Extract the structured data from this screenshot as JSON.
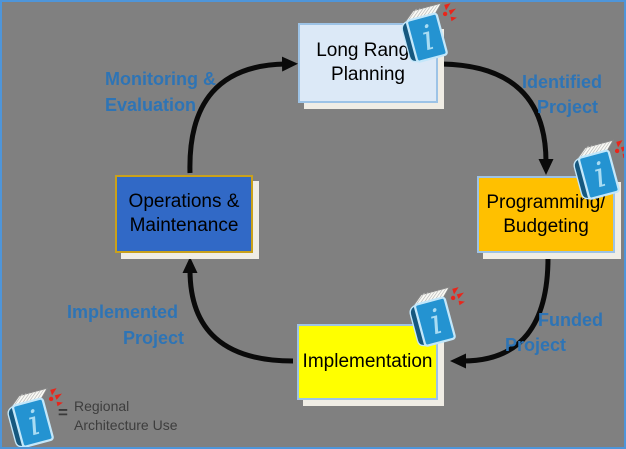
{
  "colors": {
    "background": "#808080",
    "frame_border": "#4E95D9",
    "arrow": "#0A0A0A",
    "edge_label_text": "#2E74B5",
    "long_range_planning_fill": "#DCE9F7",
    "programming_budgeting_fill": "#FFC000",
    "implementation_fill": "#FFFF00",
    "operations_maintenance_fill": "#3169C6",
    "node_border_blue": "#9DC3E6",
    "operations_maintenance_border": "#C9A11B",
    "book_cover_blue": "#2493D1",
    "sparkle_red": "#E8261B"
  },
  "nodes": {
    "long_range_planning": {
      "label": "Long Range\nPlanning"
    },
    "programming_budgeting": {
      "label": "Programming/\nBudgeting"
    },
    "implementation": {
      "label": "Implementation"
    },
    "operations_maintenance": {
      "label": "Operations &\nMaintenance"
    }
  },
  "edge_labels": {
    "monitoring_evaluation": {
      "text": "Monitoring &\nEvaluation"
    },
    "identified_project": {
      "line1": "Identified",
      "line2": "Project"
    },
    "funded_project": {
      "line1": "Funded",
      "line2": "Project"
    },
    "implemented_project": {
      "line1": "Implemented",
      "line2": "Project"
    }
  },
  "legend": {
    "equals_sign": "=",
    "label": "Regional\nArchitecture Use"
  },
  "icons": {
    "book": "regional-architecture-book-icon",
    "sparkle": "sparkle-icon"
  }
}
